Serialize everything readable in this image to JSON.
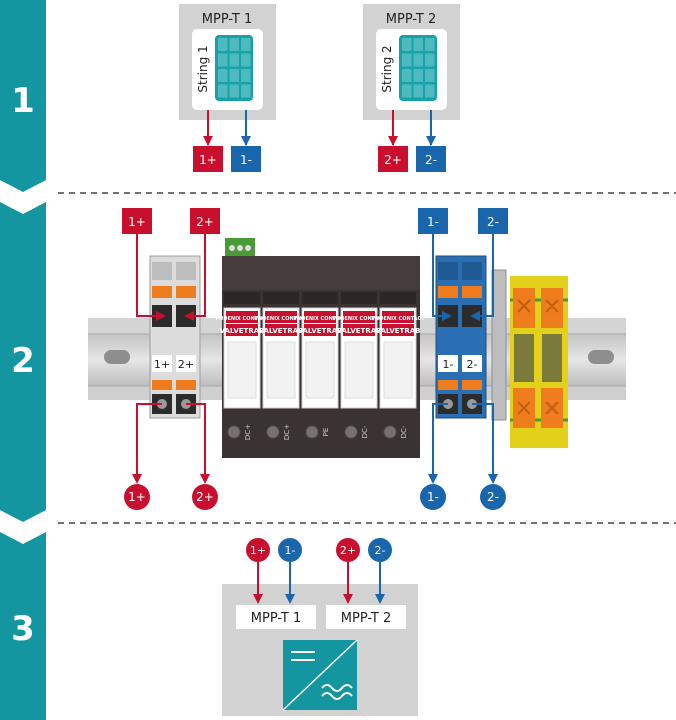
{
  "steps": [
    {
      "number": "1"
    },
    {
      "number": "2"
    },
    {
      "number": "3"
    }
  ],
  "colors": {
    "arrow": "#1496a0",
    "positive": "#c8102e",
    "negative": "#1a66ad",
    "panel_gray": "#d2d2d2",
    "module_teal": "#15a3a9",
    "housing_dark": "#3b3232",
    "terminal_orange": "#f07d1d",
    "ground_yellow": "#e2d01a",
    "ground_green": "#4a9a3a"
  },
  "strings": [
    {
      "box_label": "MPP-T 1",
      "module_label": "String 1",
      "plus": "1+",
      "minus": "1-"
    },
    {
      "box_label": "MPP-T 2",
      "module_label": "String 2",
      "plus": "2+",
      "minus": "2-"
    }
  ],
  "combiner": {
    "top_tags": [
      "1+",
      "2+",
      "1-",
      "2-"
    ],
    "bottom_tags": [
      "1+",
      "2+",
      "1-",
      "2-"
    ],
    "left_terminal_labels": [
      "1+",
      "2+"
    ],
    "right_terminal_labels": [
      "1-",
      "2-"
    ],
    "spd_brand": "PHOENIX CONTACT",
    "spd_model": "VALVETRAB",
    "spd_terminals": [
      "DC+",
      "DC+",
      "PE",
      "DC-",
      "DC-"
    ]
  },
  "inverter": {
    "input_tags": [
      "1+",
      "1-",
      "2+",
      "2-"
    ],
    "inputs": [
      "MPP-T 1",
      "MPP-T 2"
    ],
    "icon": "dc-ac-converter-icon"
  }
}
